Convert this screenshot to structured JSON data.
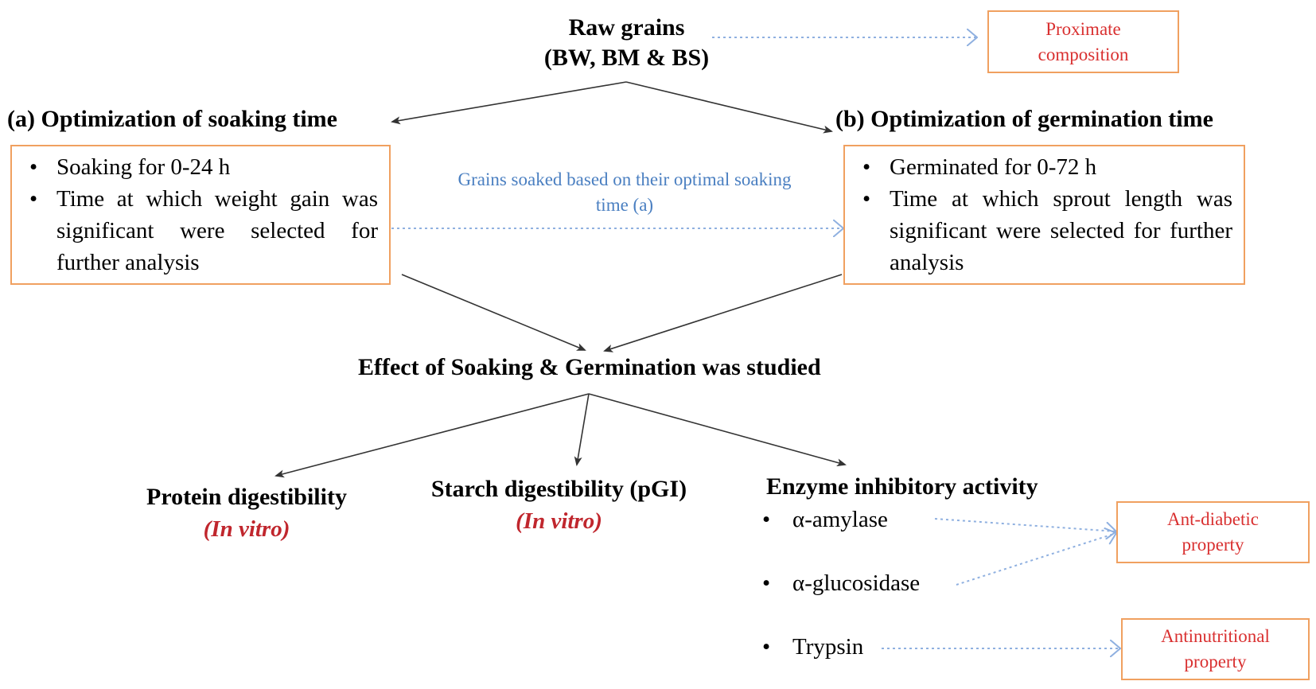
{
  "raw_grains": {
    "line1": "Raw grains",
    "line2": "(BW, BM & BS)"
  },
  "proximate_box": {
    "line1": "Proximate",
    "line2": "composition"
  },
  "soaking": {
    "heading": "(a) Optimization of soaking time",
    "items": [
      "Soaking for 0-24 h",
      "Time at which weight gain was significant were selected for further analysis"
    ]
  },
  "germination": {
    "heading": "(b) Optimization of germination time",
    "items": [
      "Germinated for 0-72 h",
      "Time at which sprout length was significant were selected for further analysis"
    ]
  },
  "link_note": {
    "line1": "Grains soaked based on their optimal soaking",
    "line2": "time (a)"
  },
  "effect": "Effect of Soaking & Germination was studied",
  "protein": {
    "title": "Protein digestibility",
    "sub": "(In vitro)"
  },
  "starch": {
    "title": "Starch digestibility (pGI)",
    "sub": "(In vitro)"
  },
  "enzyme": {
    "title": "Enzyme inhibitory activity",
    "items": [
      "α-amylase",
      "α-glucosidase",
      "Trypsin"
    ]
  },
  "antidiabetic_box": {
    "line1": "Ant-diabetic",
    "line2": "property"
  },
  "antinutritional_box": {
    "line1": "Antinutritional",
    "line2": "property"
  },
  "colors": {
    "box_border": "#f0a060",
    "red_text": "#d93030",
    "invitro_text": "#c0262d",
    "note_text": "#4a7fc1",
    "dotted_arrow": "#8fb0e0",
    "solid_arrow": "#333333"
  }
}
